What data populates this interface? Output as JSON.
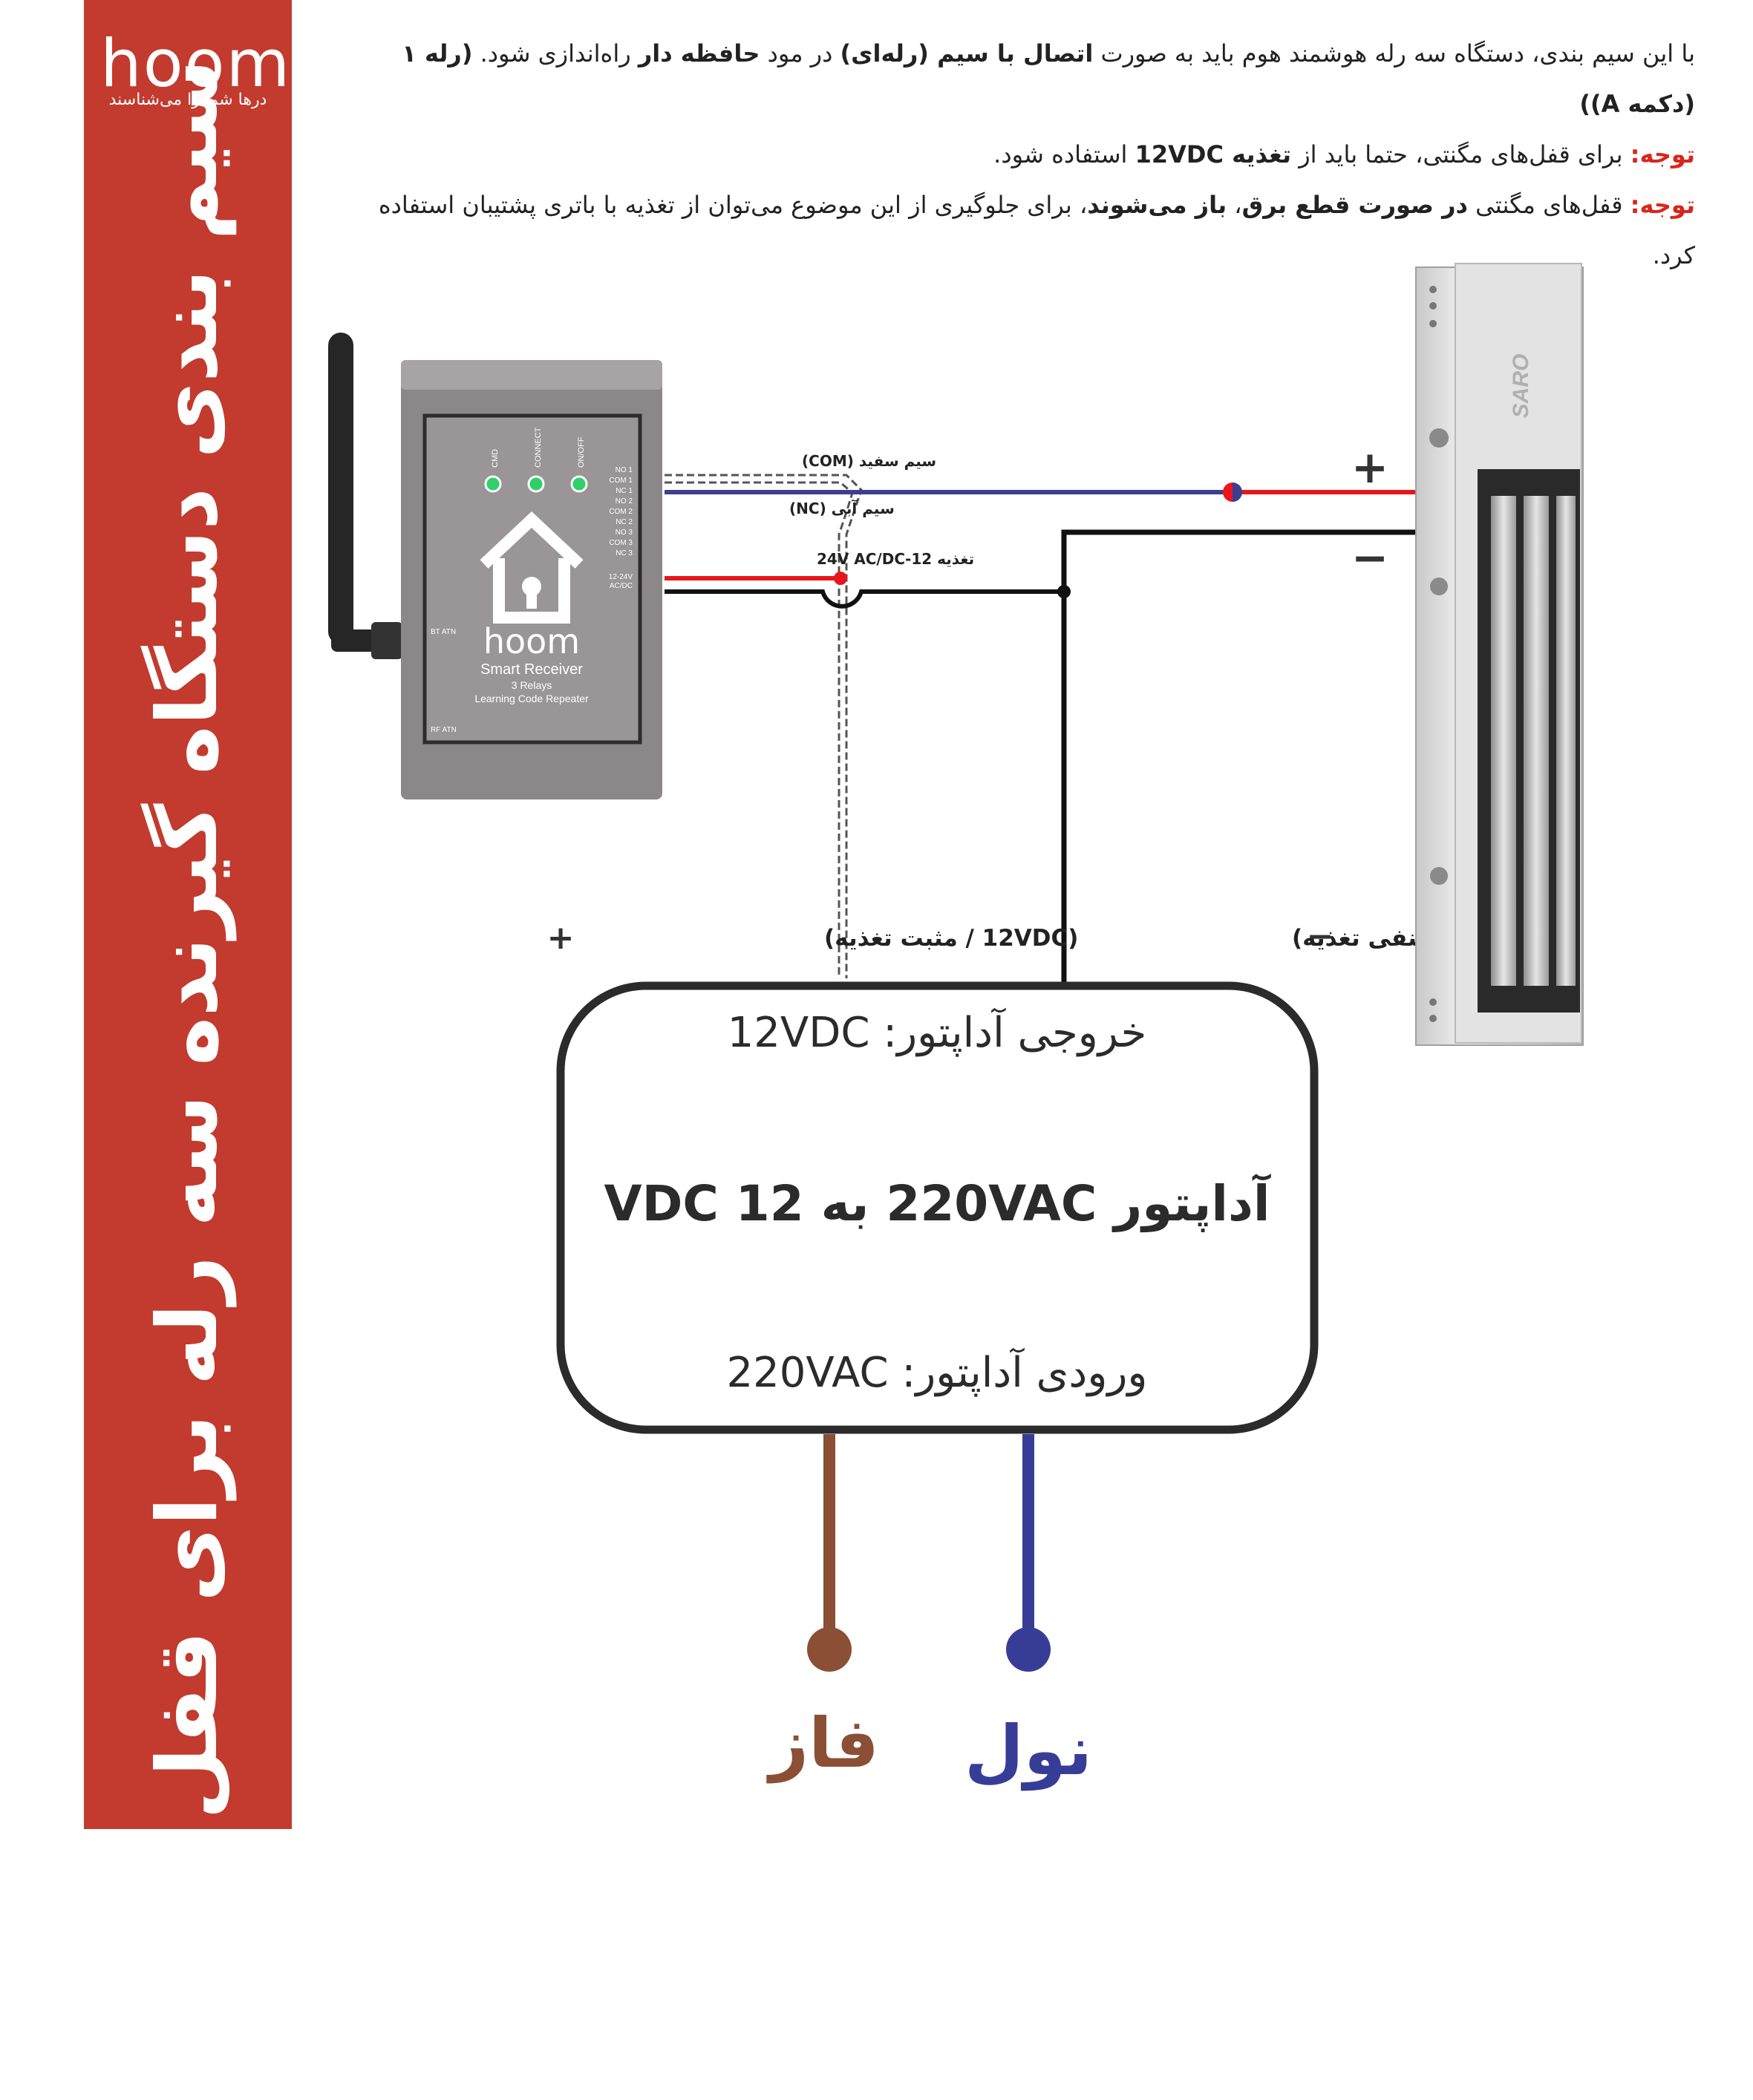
{
  "brand": {
    "logo": "hoom",
    "tagline": "درها شما را می‌شناسند"
  },
  "title": "سیم بندی دستگاه گیرنده سه رله برای قفل مگنتی",
  "intro": {
    "line1_a": "با این سیم بندی، دستگاه سه رله هوشمند هوم باید به صورت ",
    "line1_b": "اتصال با سیم (رله‌ای)",
    "line1_c": " در مود ",
    "line1_d": "حافظه دار",
    "line1_e": " راه‌اندازی شود. ",
    "line1_f": "(رله ۱ (دکمه A))",
    "note1_label": "توجه:",
    "note1_a": " برای قفل‌های مگنتی، حتما باید از ",
    "note1_b": "تغذیه 12VDC",
    "note1_c": " استفاده شود.",
    "note2_label": "توجه:",
    "note2_a": " قفل‌های مگنتی ",
    "note2_b": "در صورت قطع برق",
    "note2_c": "، ",
    "note2_d": "باز می‌شوند",
    "note2_e": "، برای جلوگیری از این موضوع می‌توان از تغذیه با باتری پشتیبان استفاده کرد."
  },
  "receiver": {
    "leds": [
      "CMD",
      "CONNECT",
      "ON/OFF"
    ],
    "terminals": [
      "NO 1",
      "COM 1",
      "NC 1",
      "NO 2",
      "COM 2",
      "NC 2",
      "NO 3",
      "COM 3",
      "NC 3"
    ],
    "power_terminal_1": "12-24V",
    "power_terminal_2": "AC/DC",
    "bt_label": "BT ATN",
    "rf_label": "RF ATN",
    "logo": "hoom",
    "name": "Smart Receiver",
    "relays": "3 Relays",
    "sub": "Learning Code Repeater"
  },
  "wires": {
    "white": "سیم سفید (COM)",
    "blue": "سیم آبی (NC)",
    "power": "تغذیه 12-24V AC/DC",
    "positive_label": "(12VDC / مثبت تغذیه)",
    "negative_label": "(GND / منفی تغذیه)",
    "plus": "+",
    "minus": "−"
  },
  "lock": {
    "brand": "SARO",
    "plus": "+",
    "minus": "−"
  },
  "adapter": {
    "output": "خروجی آداپتور: 12VDC",
    "title": "آداپتور 220VAC به 12 VDC",
    "input": "ورودی آداپتور: 220VAC"
  },
  "mains": {
    "phase": "فاز",
    "neutral": "نول"
  },
  "colors": {
    "sidebar": "#c23b2e",
    "blue_wire": "#3b3f92",
    "red_wire": "#e8161c",
    "phase": "#8a4f35",
    "neutral": "#373d97",
    "note": "#d9261c"
  }
}
